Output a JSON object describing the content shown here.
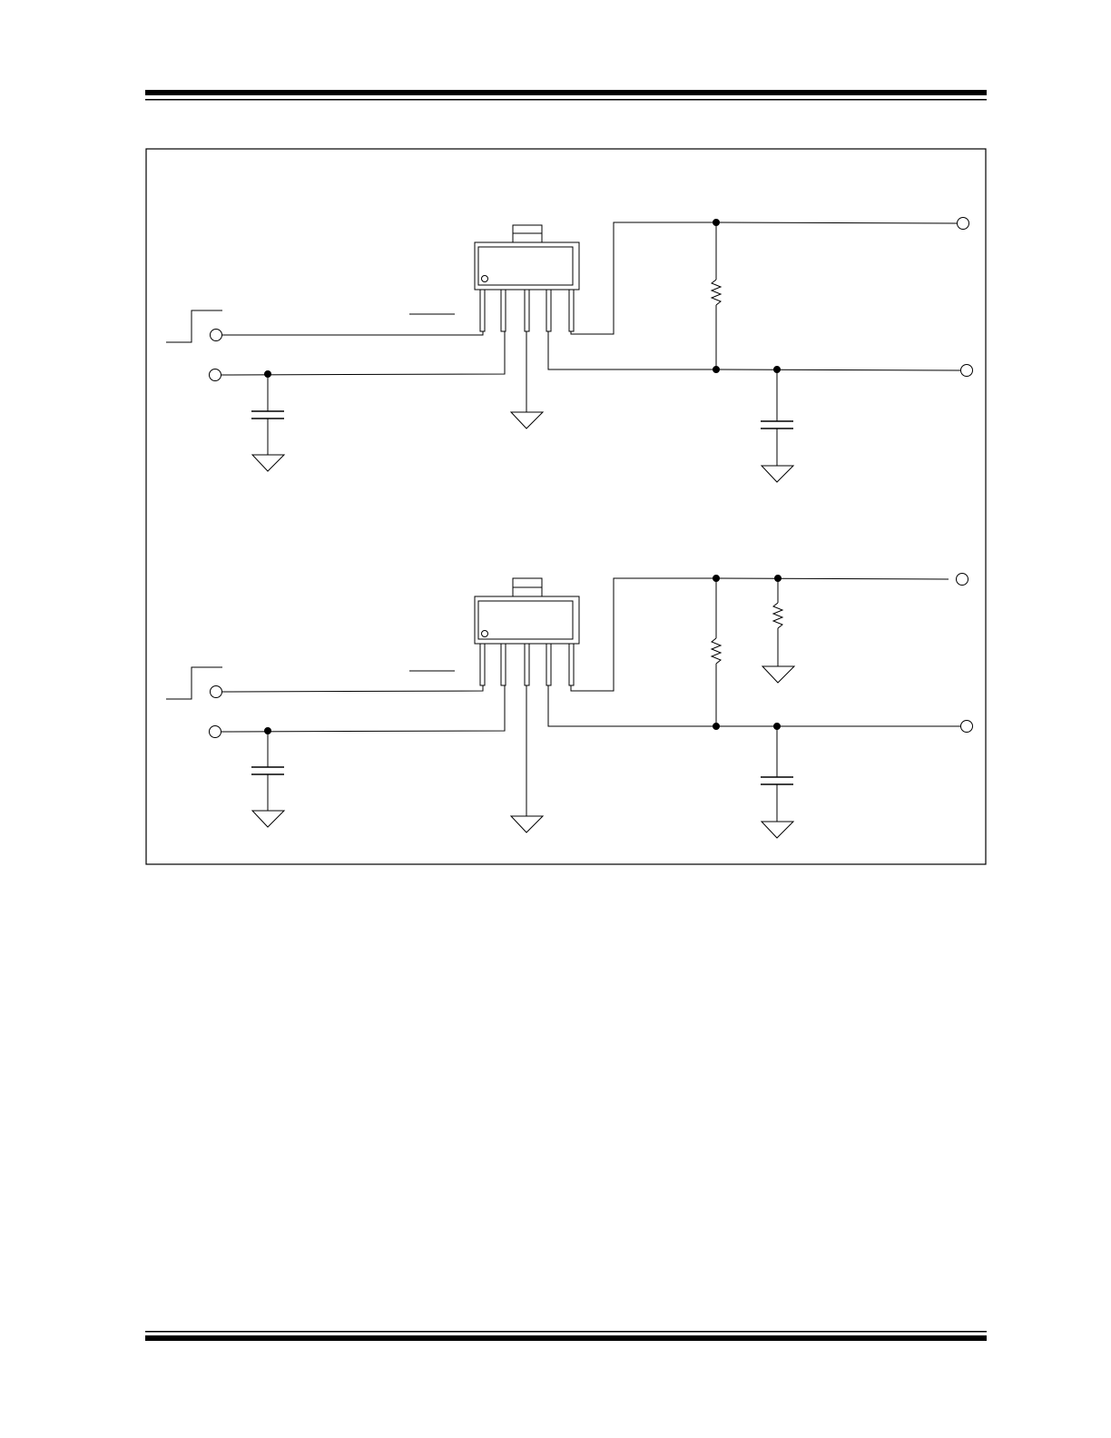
{
  "page": {
    "background": "#ffffff",
    "ink": "#000000"
  },
  "header": {
    "rule_style": "thick-over-thin"
  },
  "footer": {
    "rule_style": "thin-over-thick"
  },
  "figure": {
    "text": [],
    "circuits": [
      {
        "id": "circuit-1",
        "components": [
          "enable-step-signal",
          "input-terminal",
          "output-terminal",
          "ground-terminal",
          "five-pin-regulator",
          "input-capacitor",
          "output-capacitor",
          "feedback-resistor"
        ]
      },
      {
        "id": "circuit-2",
        "components": [
          "enable-step-signal",
          "input-terminal",
          "output-terminal",
          "ground-terminal",
          "five-pin-regulator",
          "input-capacitor",
          "output-capacitor",
          "feedback-resistor",
          "load-resistor"
        ]
      }
    ]
  }
}
